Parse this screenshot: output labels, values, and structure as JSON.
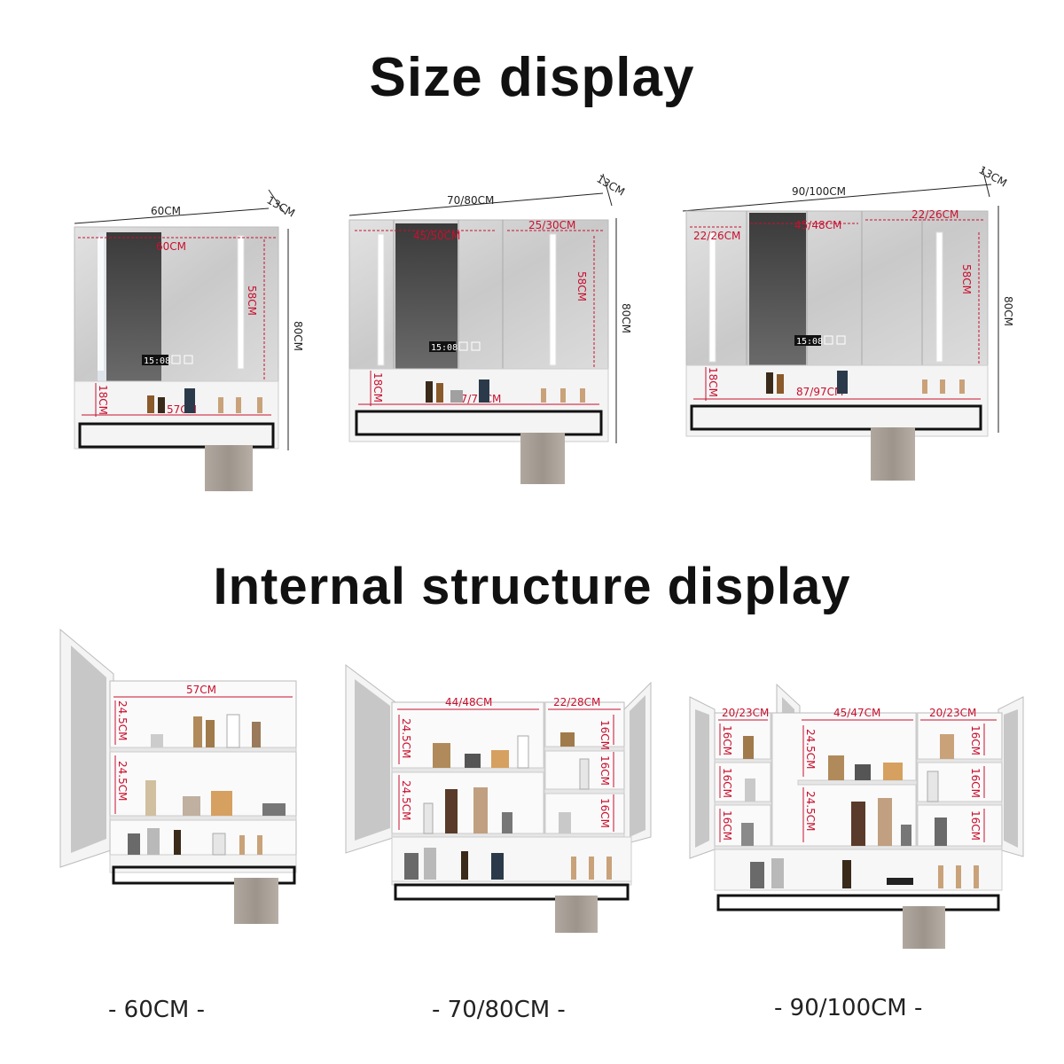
{
  "titles": {
    "size_display": "Size display",
    "internal_display": "Internal structure display"
  },
  "size_cabinets": [
    {
      "width_label": "60CM",
      "depth_label": "13CM",
      "height_label": "80CM",
      "mirror_width_label": "60CM",
      "mirror_height_label": "58CM",
      "shelf_height_label": "18CM",
      "shelf_width_label": "57CM",
      "clock": "15:08"
    },
    {
      "width_label": "70/80CM",
      "depth_label": "13CM",
      "height_label": "80CM",
      "left_door_label": "45/50CM",
      "right_door_label": "25/30CM",
      "mirror_height_label": "58CM",
      "shelf_height_label": "18CM",
      "shelf_width_label": "67/77CM",
      "clock": "15:08"
    },
    {
      "width_label": "90/100CM",
      "depth_label": "13CM",
      "height_label": "80CM",
      "left_door_label": "22/26CM",
      "center_door_label": "45/48CM",
      "right_door_label": "22/26CM",
      "mirror_height_label": "58CM",
      "shelf_height_label": "18CM",
      "shelf_width_label": "87/97CM",
      "clock": "15:08"
    }
  ],
  "internal_cabinets": [
    {
      "top_label": "57CM",
      "shelf_label_1": "24.5CM",
      "shelf_label_2": "24.5CM"
    },
    {
      "left_top_label": "44/48CM",
      "right_top_label": "22/28CM",
      "left_shelf_1": "24.5CM",
      "left_shelf_2": "24.5CM",
      "right_shelf_1": "16CM",
      "right_shelf_2": "16CM",
      "right_shelf_3": "16CM"
    },
    {
      "left_top_label": "20/23CM",
      "center_top_label": "45/47CM",
      "right_top_label": "20/23CM",
      "left_shelf_1": "16CM",
      "left_shelf_2": "16CM",
      "left_shelf_3": "16CM",
      "center_shelf_1": "24.5CM",
      "center_shelf_2": "24.5CM",
      "right_shelf_1": "16CM",
      "right_shelf_2": "16CM",
      "right_shelf_3": "16CM"
    }
  ],
  "size_labels": [
    "- 60CM -",
    "- 70/80CM -",
    "- 90/100CM -"
  ],
  "colors": {
    "dimension_red": "#c8102e",
    "frame_white": "#f4f4f4",
    "mirror_gray": "#cfcfcf",
    "towel_bar": "#111111",
    "towel": "#a39c94"
  }
}
